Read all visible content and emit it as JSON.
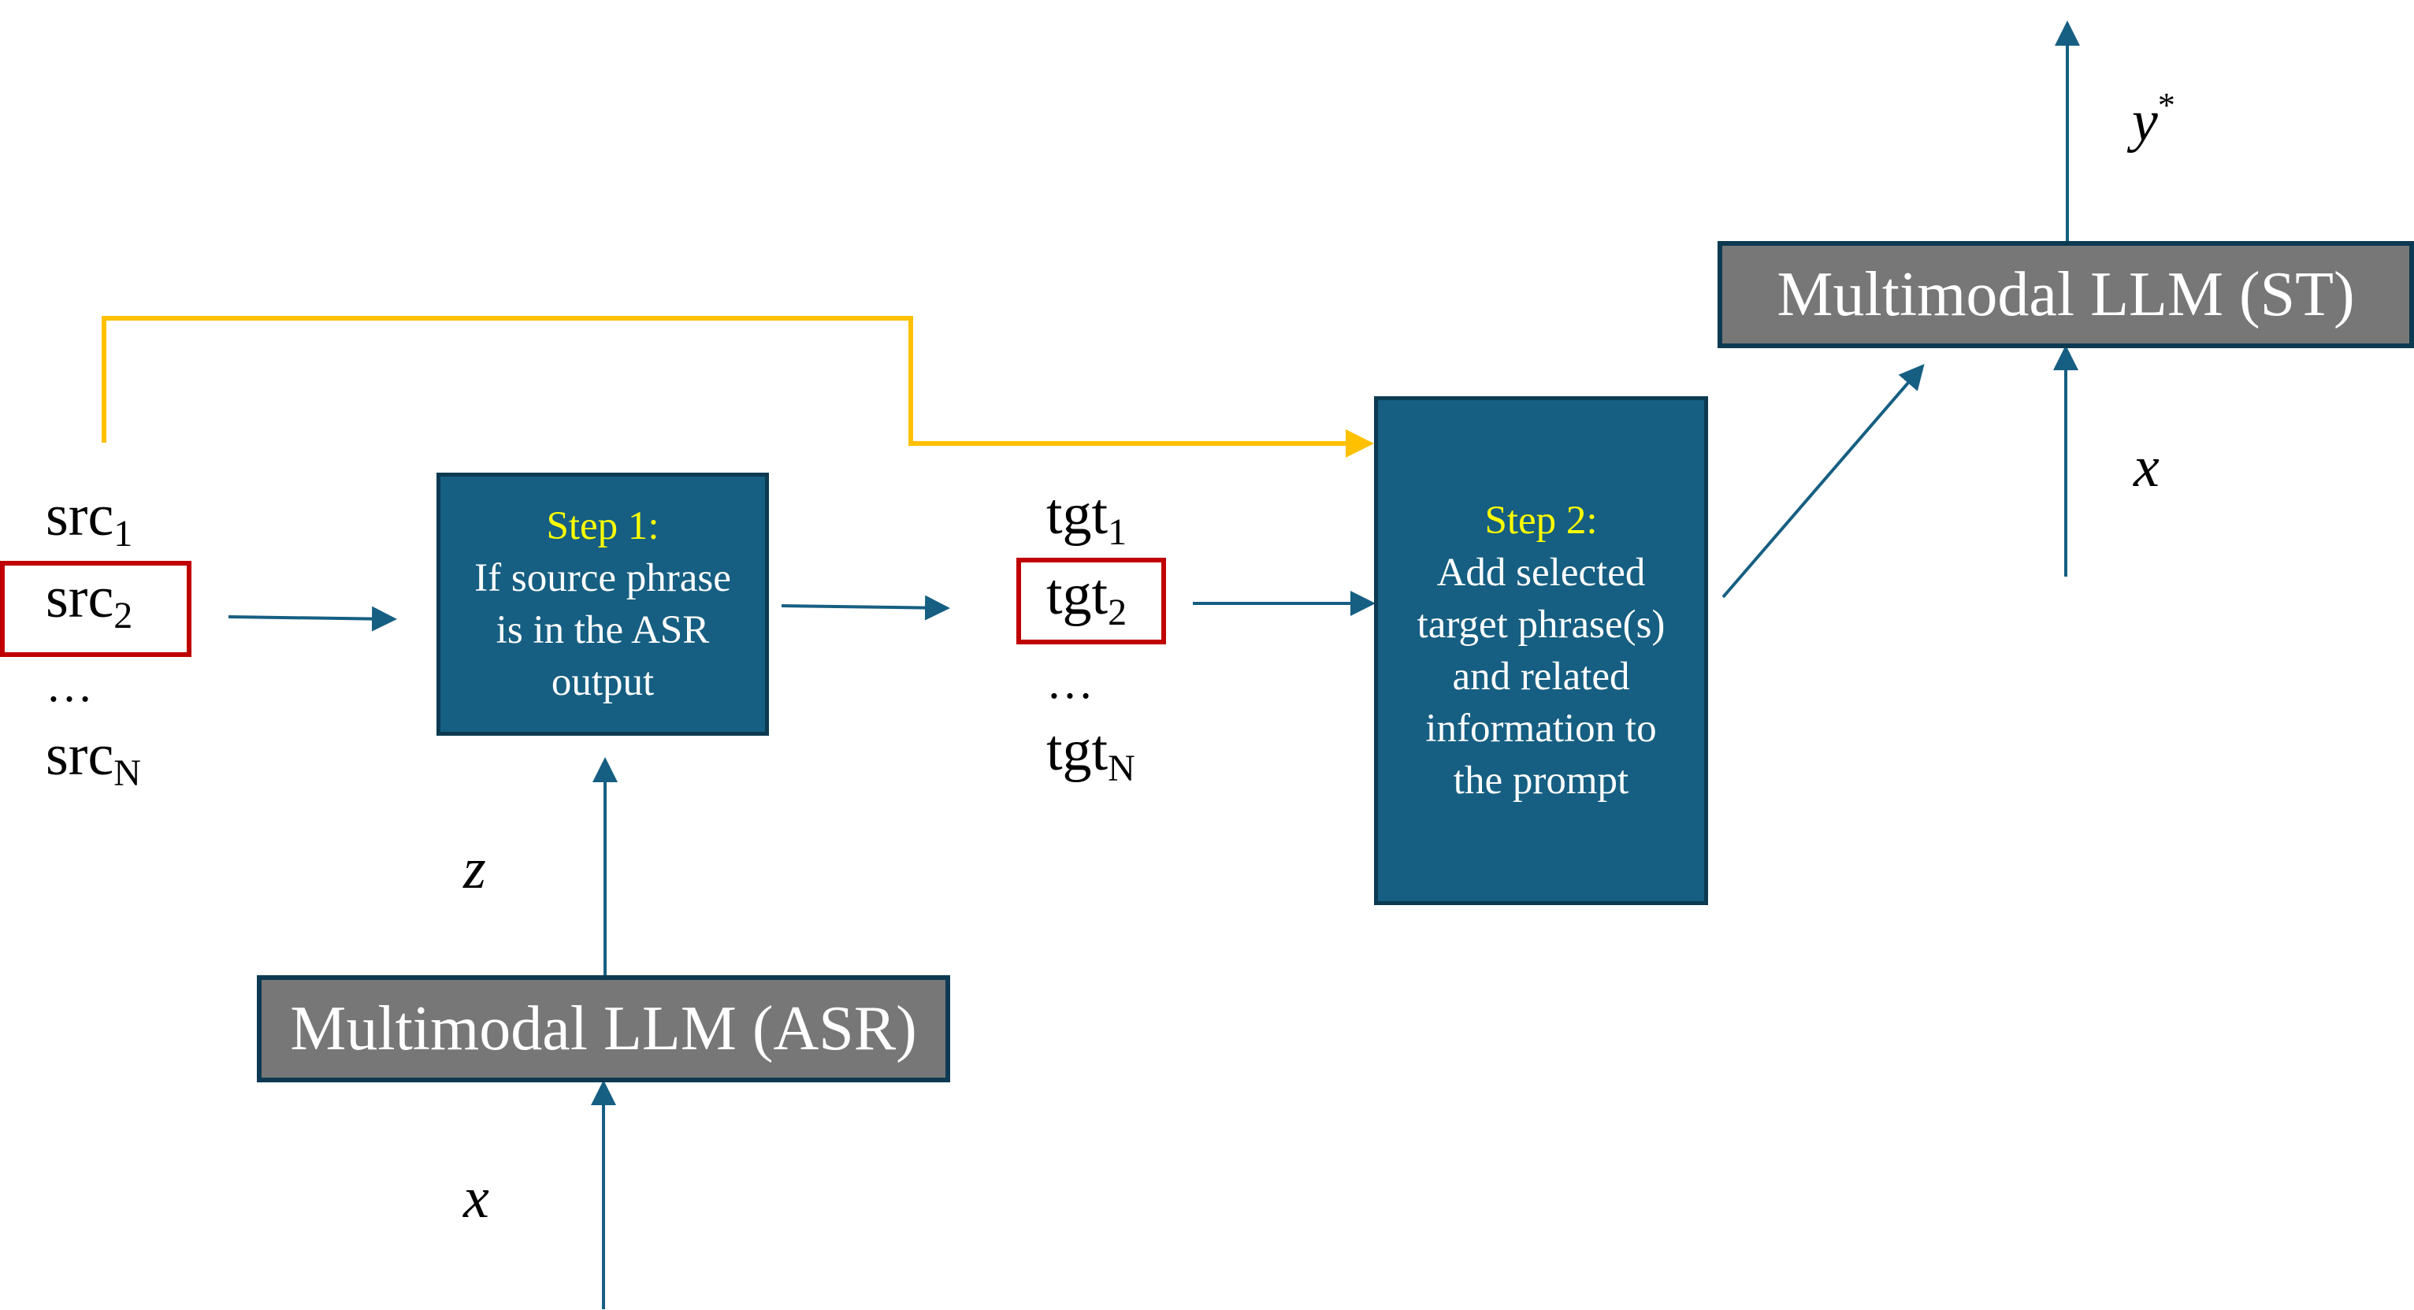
{
  "source_list": {
    "items": [
      {
        "base": "src",
        "sub": "1"
      },
      {
        "base": "src",
        "sub": "2"
      },
      {
        "base": "src",
        "sub": "N"
      }
    ],
    "ellipsis": "…"
  },
  "target_list": {
    "items": [
      {
        "base": "tgt",
        "sub": "1"
      },
      {
        "base": "tgt",
        "sub": "2"
      },
      {
        "base": "tgt",
        "sub": "N"
      }
    ],
    "ellipsis": "…"
  },
  "step1": {
    "heading": "Step 1:",
    "lines": [
      "If source phrase",
      "is in the ASR",
      "output"
    ]
  },
  "step2": {
    "heading": "Step 2:",
    "lines": [
      "Add selected",
      "target phrase(s)",
      "and related",
      "information to",
      "the prompt"
    ]
  },
  "asr_model": {
    "label": "Multimodal LLM (ASR)"
  },
  "st_model": {
    "label": "Multimodal LLM (ST)"
  },
  "variables": {
    "z": "z",
    "x_asr": "x",
    "x_st": "x",
    "y_star": {
      "base": "y",
      "sup": "*"
    }
  },
  "colors": {
    "step_box_fill": "#165f82",
    "step_heading": "#ffff00",
    "llm_box_fill": "#777777",
    "box_border": "#0d3a52",
    "arrow": "#165f82",
    "bypass_arrow": "#ffc000",
    "highlight": "#c00000"
  }
}
